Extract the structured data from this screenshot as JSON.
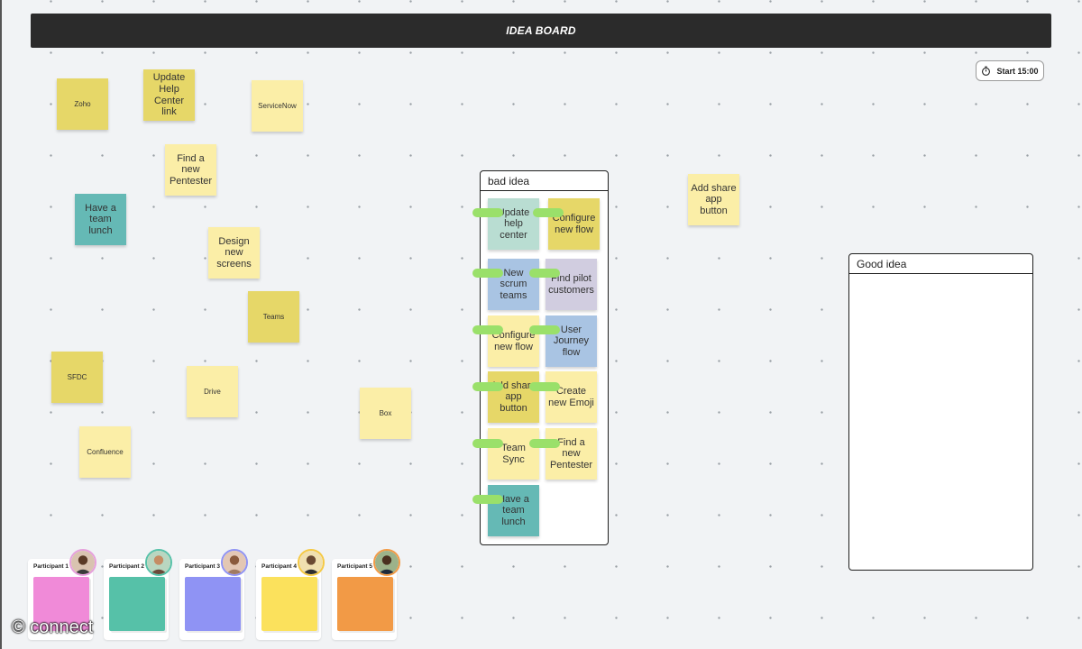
{
  "board": {
    "title": "IDEA BOARD",
    "timer_label": "Start 15:00"
  },
  "canvas_notes": [
    {
      "text": "Zoho",
      "color": "#e6d768"
    },
    {
      "text": "Update Help Center link",
      "color": "#e6d768"
    },
    {
      "text": "ServiceNow",
      "color": "#fbeea7"
    },
    {
      "text": "Find a new Pentester",
      "color": "#fbeea7"
    },
    {
      "text": "Have a team lunch",
      "color": "#65b9b5"
    },
    {
      "text": "Design new screens",
      "color": "#fbeea7"
    },
    {
      "text": "Teams",
      "color": "#e6d768"
    },
    {
      "text": "SFDC",
      "color": "#e6d768"
    },
    {
      "text": "Drive",
      "color": "#fbeea7"
    },
    {
      "text": "Box",
      "color": "#fbeea7"
    },
    {
      "text": "Confluence",
      "color": "#fbeea7"
    },
    {
      "text": "Add share app button",
      "color": "#fbeea7"
    }
  ],
  "bad_idea_frame": {
    "title": "bad idea",
    "notes": [
      {
        "text": "Update help center",
        "color": "#b9ddd2"
      },
      {
        "text": "Configure new flow",
        "color": "#e6d768"
      },
      {
        "text": "New scrum teams",
        "color": "#a9c4e3"
      },
      {
        "text": "Find pilot customers",
        "color": "#d1cde0"
      },
      {
        "text": "Configure new flow",
        "color": "#fbeea7"
      },
      {
        "text": "User Journey flow",
        "color": "#a9c4e3"
      },
      {
        "text": "Add share app button",
        "color": "#e6d768"
      },
      {
        "text": "Create new Emoji",
        "color": "#fbeea7"
      },
      {
        "text": "Team Sync",
        "color": "#fbeea7"
      },
      {
        "text": "Find a new Pentester",
        "color": "#fbeea7"
      },
      {
        "text": "Have a team lunch",
        "color": "#65b9b5"
      }
    ]
  },
  "good_idea_frame": {
    "title": "Good idea"
  },
  "participants": [
    {
      "label": "Participant 1",
      "pad_color": "#f08ad8",
      "ring_color": "#e6a0dc"
    },
    {
      "label": "Participant 2",
      "pad_color": "#56c1a8",
      "ring_color": "#56c1a8"
    },
    {
      "label": "Participant 3",
      "pad_color": "#8f93f4",
      "ring_color": "#8f93f4"
    },
    {
      "label": "Participant 4",
      "pad_color": "#fbe15c",
      "ring_color": "#f5c944"
    },
    {
      "label": "Participant 5",
      "pad_color": "#f29a46",
      "ring_color": "#f29a46"
    }
  ],
  "footer": {
    "copyright": "© connect"
  }
}
